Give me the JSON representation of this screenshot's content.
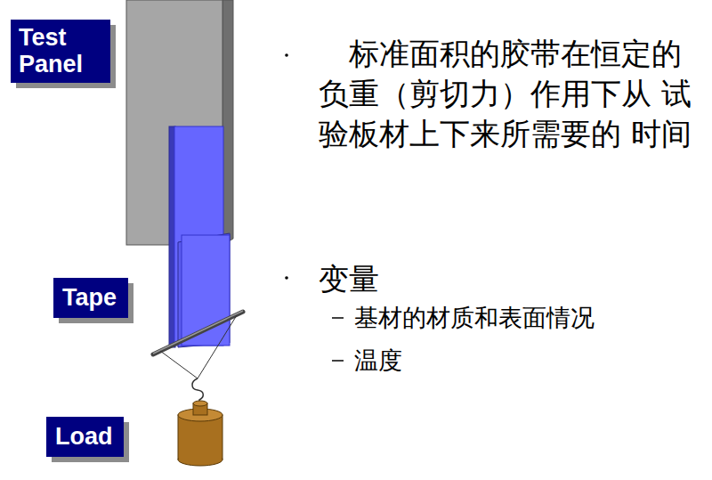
{
  "diagram": {
    "nodes": [
      {
        "text": [
          "Test Panel"
        ]
      },
      {
        "text": [
          "Tape"
        ]
      },
      {
        "text": [
          "Load"
        ]
      }
    ],
    "labels": [
      "标准面积的胶带在恒定的 负重（剪切力）作用下从 试验板材上下来所需要的 时间",
      "变量",
      "基材的材质和表面情况",
      "温度"
    ]
  }
}
